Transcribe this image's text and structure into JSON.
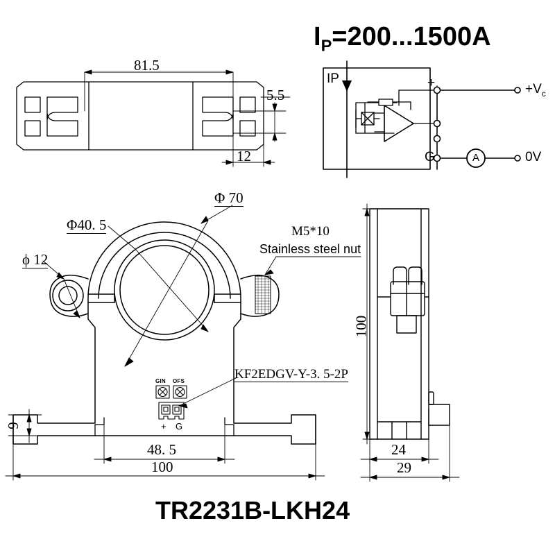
{
  "drawing": {
    "part_number": "TR2231B-LKH24",
    "current_range_label": "I",
    "current_range_sub": "P",
    "current_range_value": "=200...1500A"
  },
  "circuit": {
    "primary_label": "IP",
    "plus_terminal": "+",
    "ground_terminal": "G",
    "supply_output": "+Vc",
    "supply_output_main": "+V",
    "supply_output_sub": "c",
    "zero_volt_output": "0V",
    "ammeter_label": "A"
  },
  "top_view": {
    "dim_length": "81.5",
    "dim_height": "5.5",
    "dim_width": "12"
  },
  "front_view": {
    "dim_outer_dia": "Φ 70",
    "dim_inner_ring": "Φ40. 5",
    "dim_hole": "ϕ 12",
    "dim_base_height": "9",
    "dim_inner_width": "48. 5",
    "dim_total_width": "100",
    "note_nut_line1": "M5*10",
    "note_nut_line2": "Stainless steel nut",
    "note_connector": "KF2EDGV-Y-3. 5-2P",
    "terminal_gain": "GIN",
    "terminal_offset": "OFS",
    "terminal_plus": "+",
    "terminal_ground": "G"
  },
  "side_view": {
    "dim_height": "100",
    "dim_body_width": "24",
    "dim_total_width": "29"
  }
}
